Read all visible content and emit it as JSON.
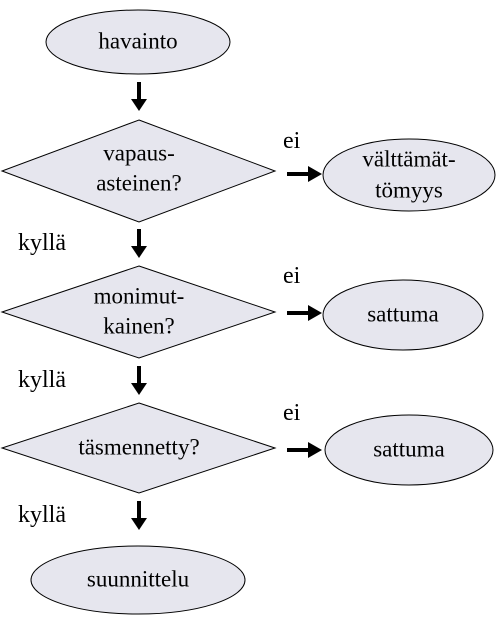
{
  "nodes": {
    "start": {
      "text": "havainto"
    },
    "decision1": {
      "line1": "vapaus-",
      "line2": "asteinen?"
    },
    "outcome1": {
      "line1": "välttämät-",
      "line2": "tömyys"
    },
    "decision2": {
      "line1": "monimut-",
      "line2": "kainen?"
    },
    "outcome2": {
      "text": "sattuma"
    },
    "decision3": {
      "text": "täsmennetty?"
    },
    "outcome3": {
      "text": "sattuma"
    },
    "end": {
      "text": "suunnittelu"
    }
  },
  "edges": {
    "no_label_1": "ei",
    "no_label_2": "ei",
    "no_label_3": "ei",
    "yes_label_1": "kyllä",
    "yes_label_2": "kyllä",
    "yes_label_3": "kyllä"
  },
  "colors": {
    "shape_fill": "#e6e6ee",
    "stroke": "#000000",
    "background": "#ffffff"
  }
}
